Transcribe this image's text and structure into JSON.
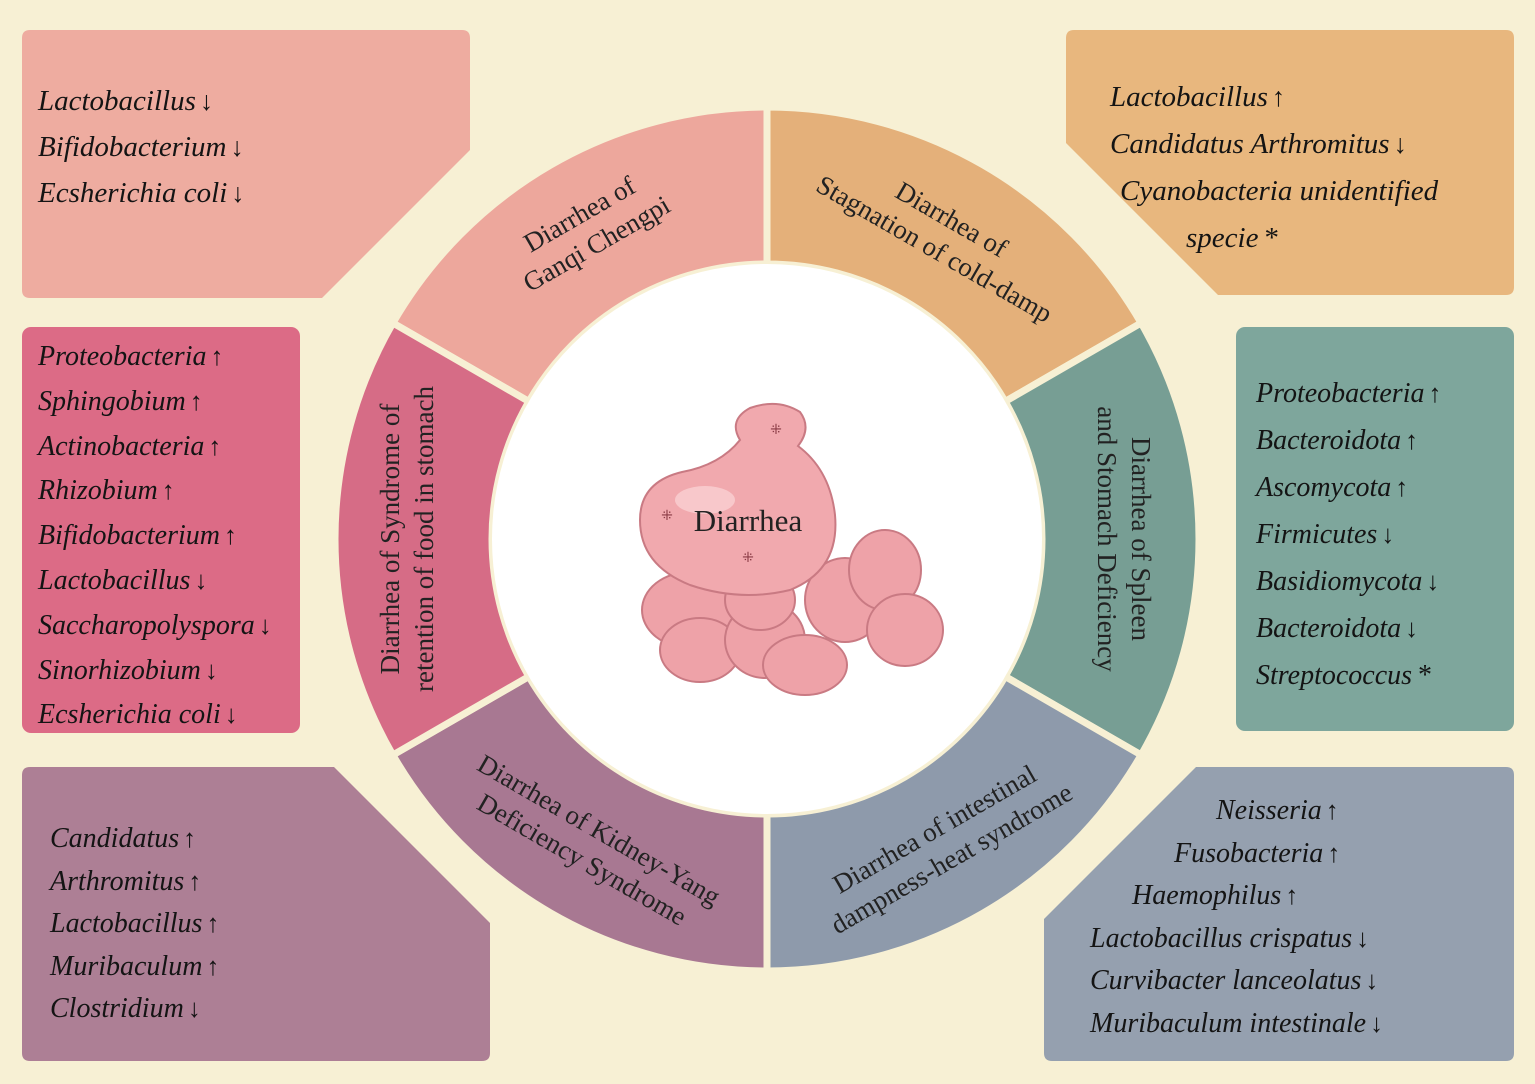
{
  "center": {
    "label": "Diarrhea"
  },
  "segments": [
    {
      "id": "ganqi",
      "lines": [
        "Diarrhea of",
        "Ganqi Chengpi"
      ],
      "color": "#eda79c"
    },
    {
      "id": "cold_damp",
      "lines": [
        "Diarrhea of",
        "Stagnation of cold-damp"
      ],
      "color": "#e4b07a"
    },
    {
      "id": "spleen",
      "lines": [
        "Diarrhea of Spleen",
        "and Stomach Deficiency"
      ],
      "color": "#779e94"
    },
    {
      "id": "damp_heat",
      "lines": [
        "Diarrhea of intestinal",
        "dampness-heat syndrome"
      ],
      "color": "#8e9aab"
    },
    {
      "id": "kidney",
      "lines": [
        "Diarrhea of  Kidney-Yang",
        "Deficiency Syndrome"
      ],
      "color": "#a87892"
    },
    {
      "id": "food",
      "lines": [
        "Diarrhea of  Syndrome of",
        "retention of food in stomach"
      ],
      "color": "#d66c86"
    }
  ],
  "panels": {
    "top_left": {
      "color": "#eeaca0",
      "items": [
        {
          "name": "Lactobacillus",
          "arrow": "↓"
        },
        {
          "name": "Bifidobacterium",
          "arrow": "↓"
        },
        {
          "name": "Ecsherichia coli",
          "arrow": "↓"
        }
      ]
    },
    "top_right": {
      "color": "#e8b77e",
      "items": [
        {
          "name": "Lactobacillus",
          "arrow": "↑"
        },
        {
          "name": "Candidatus Arthromitus",
          "arrow": "↓"
        },
        {
          "name": "Cyanobacteria unidentified",
          "arrow": ""
        },
        {
          "name": "specie",
          "arrow": "*"
        }
      ]
    },
    "mid_left": {
      "color": "#dc6b86",
      "items": [
        {
          "name": "Proteobacteria",
          "arrow": "↑"
        },
        {
          "name": "Sphingobium",
          "arrow": "↑"
        },
        {
          "name": "Actinobacteria",
          "arrow": "↑"
        },
        {
          "name": "Rhizobium",
          "arrow": "↑"
        },
        {
          "name": "Bifidobacterium",
          "arrow": "↑"
        },
        {
          "name": "Lactobacillus",
          "arrow": "↓"
        },
        {
          "name": "Saccharopolyspora",
          "arrow": "↓"
        },
        {
          "name": "Sinorhizobium",
          "arrow": "↓"
        },
        {
          "name": "Ecsherichia coli",
          "arrow": "↓"
        }
      ]
    },
    "mid_right": {
      "color": "#7ea69c",
      "items": [
        {
          "name": "Proteobacteria",
          "arrow": "↑"
        },
        {
          "name": "Bacteroidota",
          "arrow": "↑"
        },
        {
          "name": "Ascomycota",
          "arrow": "↑"
        },
        {
          "name": "Firmicutes",
          "arrow": "↓"
        },
        {
          "name": "Basidiomycota",
          "arrow": "↓"
        },
        {
          "name": "Bacteroidota",
          "arrow": "↓"
        },
        {
          "name": "Streptococcus",
          "arrow": "*"
        }
      ]
    },
    "bottom_left": {
      "color": "#ad7f95",
      "items": [
        {
          "name": "Candidatus",
          "arrow": "↑"
        },
        {
          "name": "Arthromitus",
          "arrow": "↑"
        },
        {
          "name": "Lactobacillus",
          "arrow": "↑"
        },
        {
          "name": "Muribaculum",
          "arrow": "↑"
        },
        {
          "name": "Clostridium",
          "arrow": "↓"
        }
      ]
    },
    "bottom_right": {
      "color": "#95a0af",
      "items": [
        {
          "name": "Neisseria",
          "arrow": "↑"
        },
        {
          "name": "Fusobacteria",
          "arrow": "↑"
        },
        {
          "name": "Haemophilus",
          "arrow": "↑"
        },
        {
          "name": "Lactobacillus crispatus",
          "arrow": "↓"
        },
        {
          "name": "Curvibacter lanceolatus",
          "arrow": "↓"
        },
        {
          "name": "Muribaculum intestinale",
          "arrow": "↓"
        }
      ]
    }
  }
}
